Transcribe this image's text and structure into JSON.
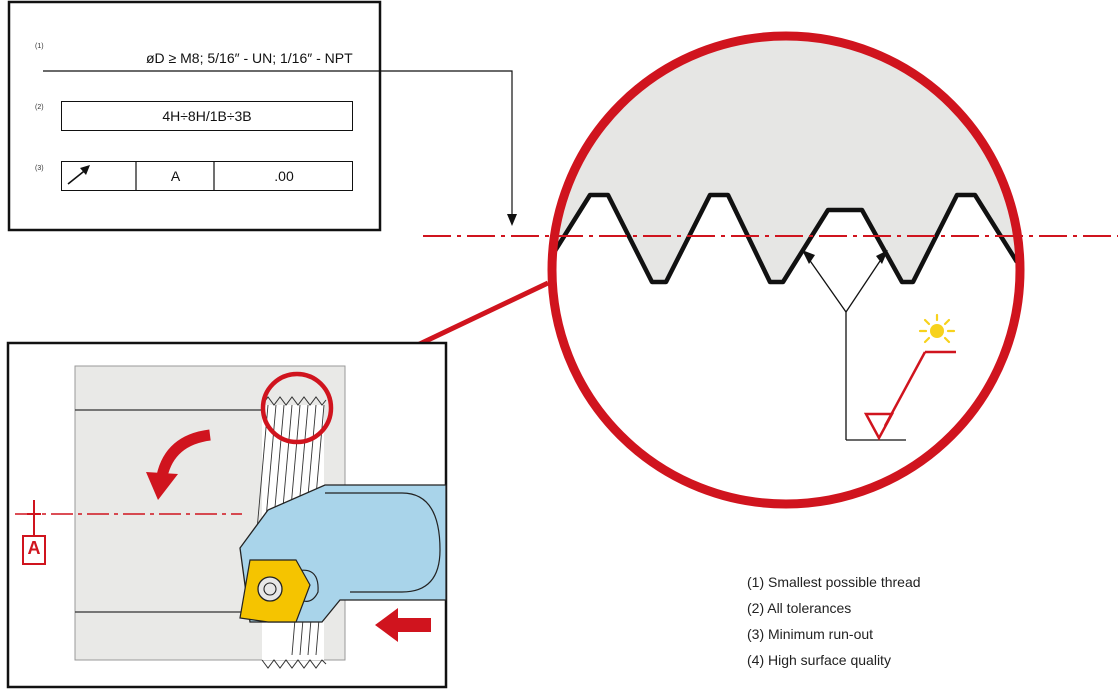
{
  "spec_panel": {
    "row1": {
      "number": "(1)",
      "text": "øD ≥ M8; 5/16″ - UN; 1/16″ - NPT"
    },
    "row2": {
      "number": "(2)",
      "text": "4H÷8H/1B÷3B"
    },
    "row3": {
      "number": "(3)",
      "symbol": "run-out-arrow-icon",
      "datum": "A",
      "value": ".00"
    }
  },
  "datum_label": "A",
  "legend": [
    "(1) Smallest possible thread",
    "(2) All tolerances",
    "(3) Minimum run-out",
    "(4) High surface quality"
  ],
  "colors": {
    "accent_red": "#d0141e",
    "insert_gold": "#f5c400",
    "holder_blue": "#a9d4ea",
    "workpiece_gray": "#e9e9e7",
    "sun_yellow": "#f7d21c"
  }
}
